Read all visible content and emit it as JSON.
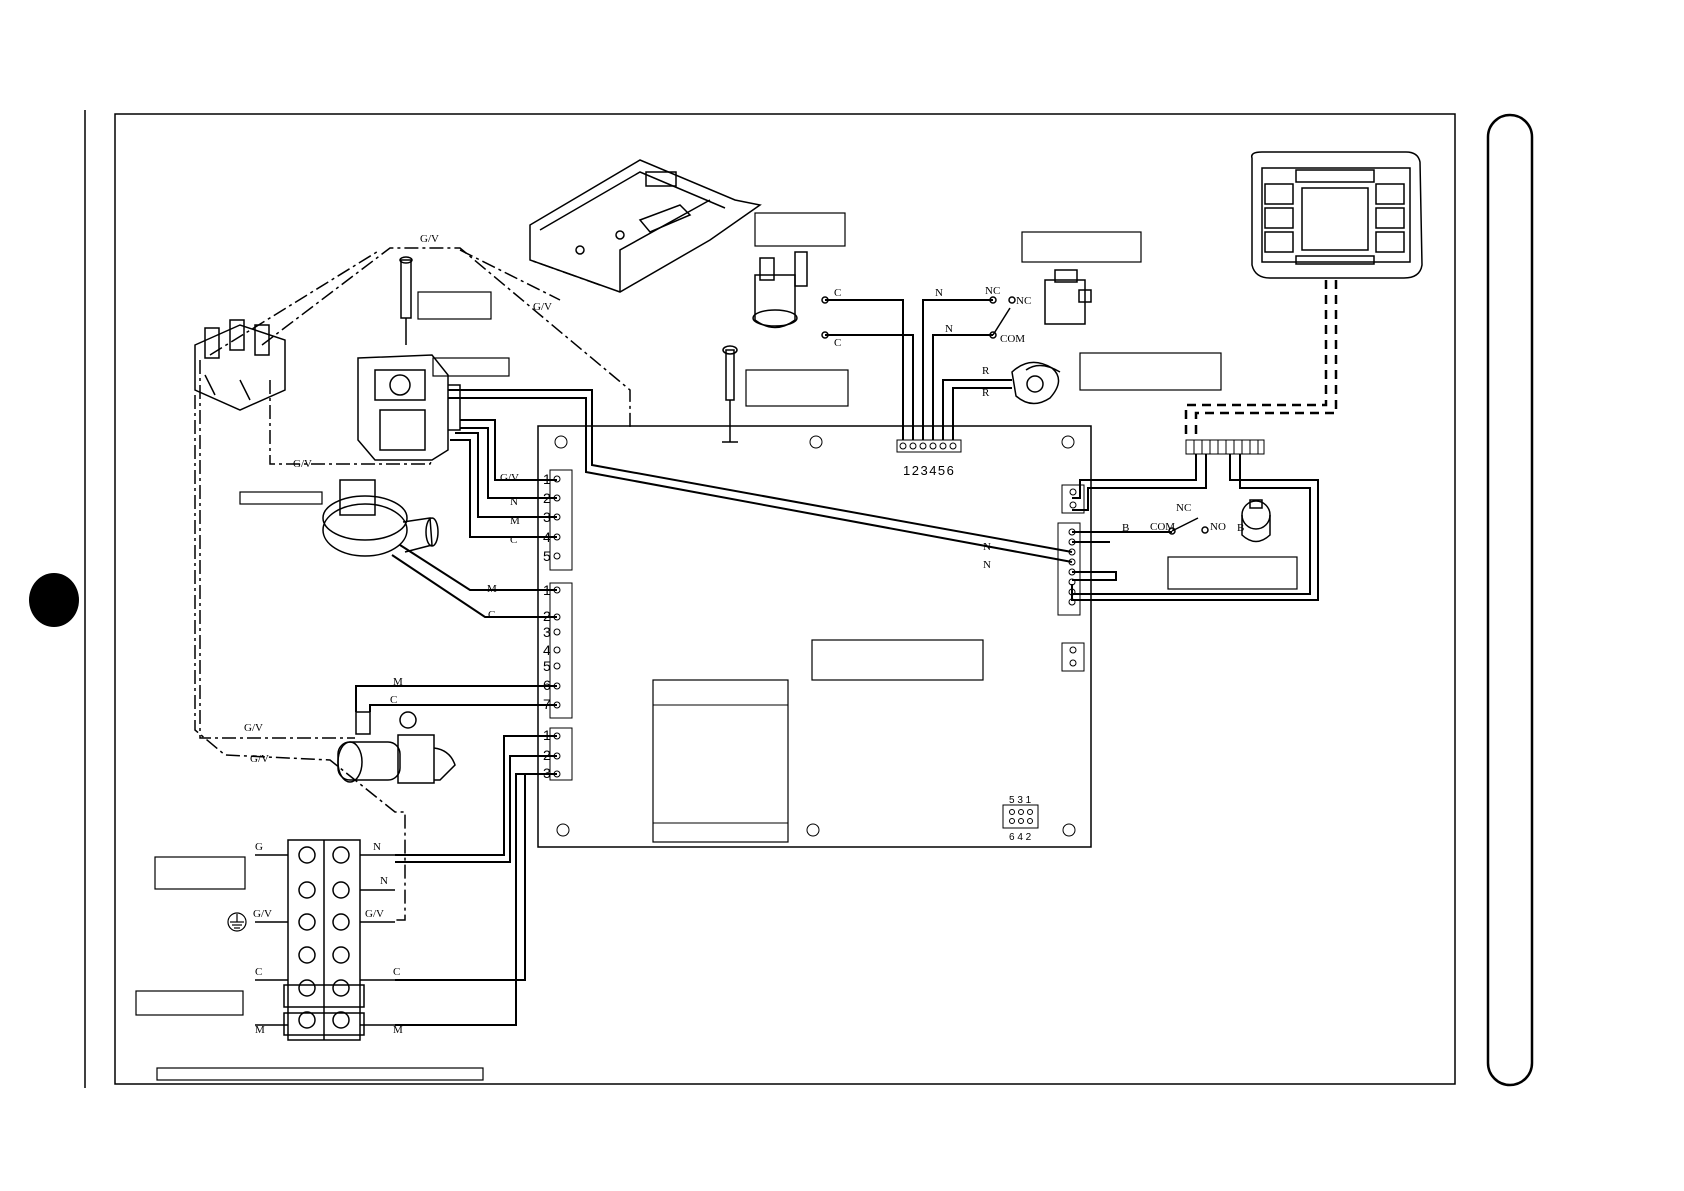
{
  "wire_labels": {
    "gv": "G/V",
    "n": "N",
    "m": "M",
    "c": "C",
    "r": "R",
    "b": "B",
    "g": "G",
    "nc": "NC",
    "no": "NO",
    "com": "COM"
  },
  "connector_pins": {
    "cn1": [
      "1",
      "2",
      "3",
      "4",
      "5"
    ],
    "cn2": [
      "1",
      "2",
      "3",
      "4",
      "5",
      "6",
      "7"
    ],
    "cn3": [
      "1",
      "2",
      "3"
    ]
  },
  "top_connector_pins": "123456",
  "cn_small_pins": {
    "top": "5 3 1",
    "bottom": "6 4 2"
  },
  "colors": {
    "line": "#000000",
    "background": "#ffffff"
  }
}
